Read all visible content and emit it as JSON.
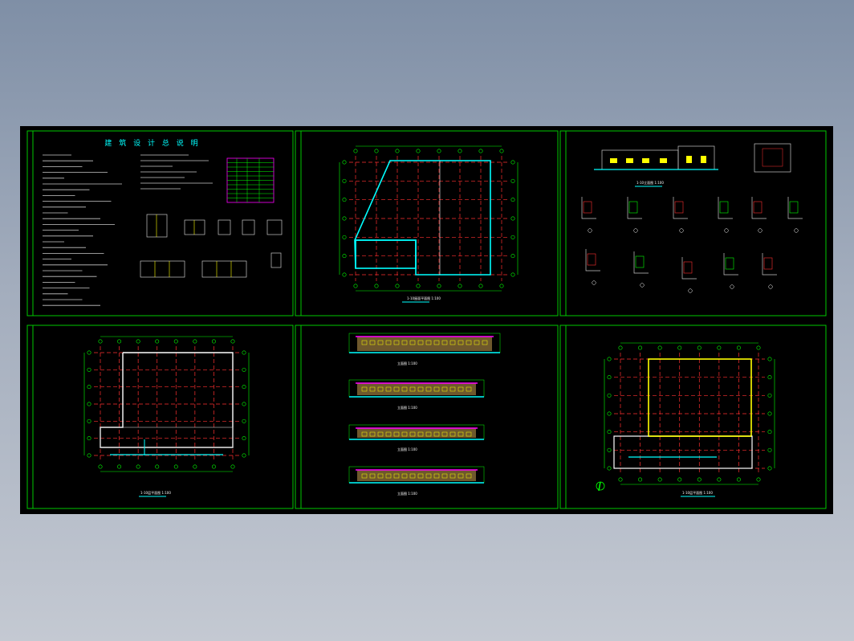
{
  "sheets": [
    {
      "id": "sheet-1",
      "title": "建 筑 设 计 总 说 明",
      "caption": ""
    },
    {
      "id": "sheet-2",
      "title": "",
      "caption": "1-10屋面平面图 1:100"
    },
    {
      "id": "sheet-3",
      "title": "",
      "caption": "1-10立面图 1:100"
    },
    {
      "id": "sheet-4",
      "title": "",
      "caption": "1-10层平面图 1:100"
    },
    {
      "id": "sheet-5",
      "title": "",
      "captions": [
        "立面图 1:100",
        "立面图 1:100",
        "立面图 1:100",
        "立面图 1:100"
      ]
    },
    {
      "id": "sheet-6",
      "title": "",
      "caption": "1-10层平面图 1:100"
    }
  ],
  "colors": {
    "background": "#000000",
    "frame": "#00c800",
    "axis": "#ff3030",
    "wall": "#00ffff",
    "dimension": "#00ff00",
    "accent": "#ffff00",
    "roof": "#ff00ff",
    "facade": "#c8a050",
    "text": "#ffffff"
  }
}
